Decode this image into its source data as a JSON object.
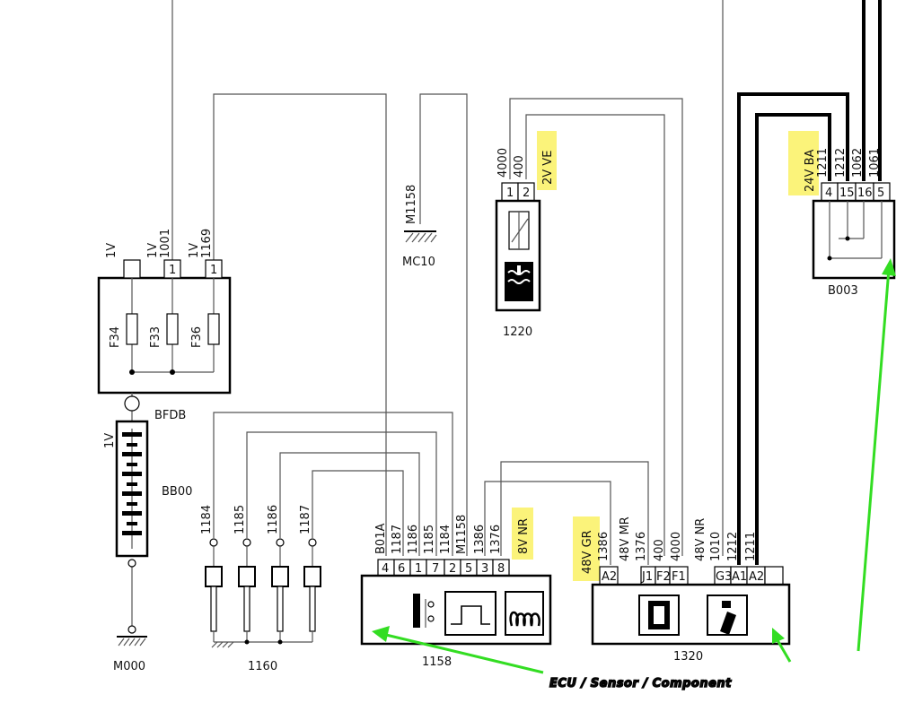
{
  "fusebox": {
    "name": "BFDB",
    "fuses": [
      "F34",
      "F33",
      "F36"
    ],
    "pins": [
      "",
      "1",
      "1"
    ],
    "supply": [
      "1V",
      "1V",
      "1V"
    ],
    "wires": [
      "1001",
      "1169"
    ]
  },
  "battery": {
    "name": "BB00",
    "supply": "1V"
  },
  "ground_main": "M000",
  "ground_mc10": {
    "name": "MC10",
    "wire": "M1158"
  },
  "coolant_sensor": {
    "name": "1220",
    "pins": [
      "1",
      "2"
    ],
    "wires": [
      "4000",
      "400"
    ],
    "connector": "2V VE"
  },
  "relay_box": {
    "name": "B003",
    "pins": [
      "4",
      "15",
      "16",
      "5"
    ],
    "wires": [
      "1211",
      "1212",
      "1062",
      "1061"
    ],
    "connector": "24V BA"
  },
  "injectors": {
    "name": "1160",
    "wires": [
      "1184",
      "1185",
      "1186",
      "1187"
    ]
  },
  "relay_1158": {
    "name": "1158",
    "pins": [
      "4",
      "6",
      "1",
      "7",
      "2",
      "5",
      "3",
      "8"
    ],
    "wires": [
      "B01A",
      "1187",
      "1186",
      "1185",
      "1184",
      "M1158",
      "1386",
      "1376"
    ],
    "connector": "8V NR"
  },
  "ecu_1320": {
    "name": "1320",
    "connector_gr": "48V GR",
    "connector_mr": "48V MR",
    "connector_nr": "48V NR",
    "pins": [
      "A2",
      "J1",
      "F2",
      "F1",
      "G3",
      "A1",
      "A2"
    ],
    "wires": [
      "1386",
      "1376",
      "400",
      "4000",
      "1010",
      "1212",
      "1211"
    ]
  },
  "caption": "ECU / Sensor / Component",
  "colors": {
    "highlight": "#fbf37a",
    "arrow": "#33dd22",
    "line": "#000000"
  }
}
